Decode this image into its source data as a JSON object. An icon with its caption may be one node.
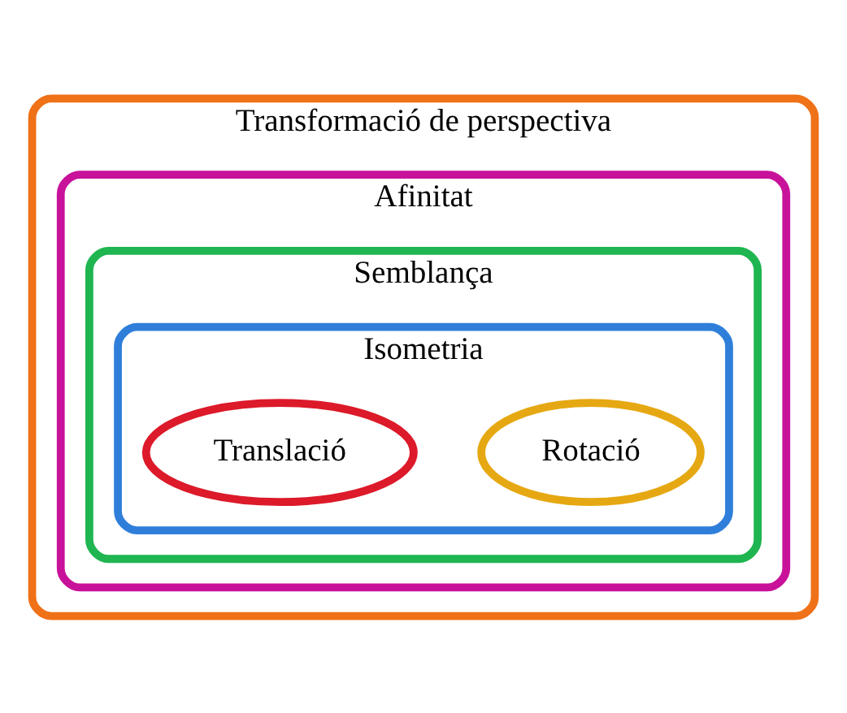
{
  "diagram": {
    "nodes": [
      {
        "text": [
          "Transformació de perspectiva"
        ]
      },
      {
        "text": [
          "Afinitat"
        ],
        "in": 0
      },
      {
        "text": [
          "Semblança"
        ],
        "in": 1
      },
      {
        "text": [
          "Isometria"
        ],
        "in": 2
      },
      {
        "text": [
          "Rotació"
        ],
        "in": 3
      },
      {
        "text": [
          "Translació"
        ],
        "in": 3
      }
    ]
  }
}
